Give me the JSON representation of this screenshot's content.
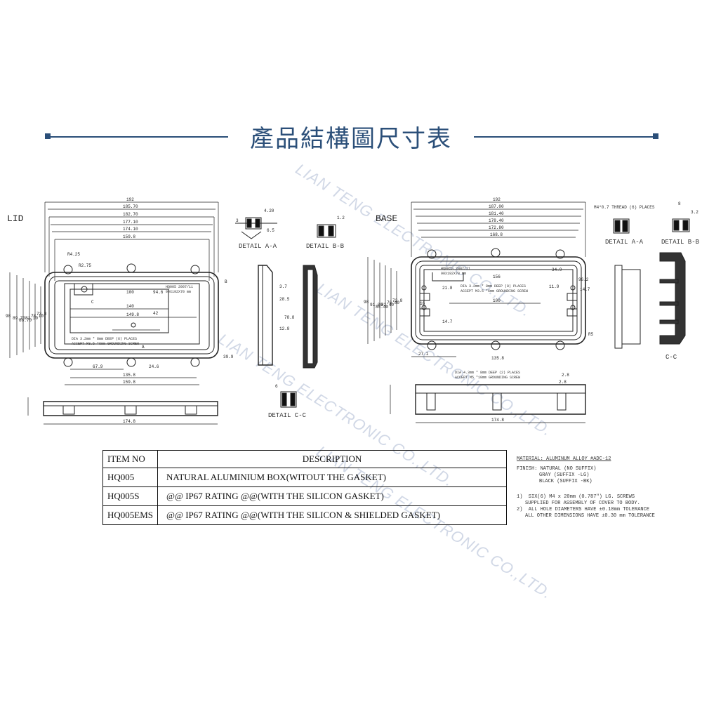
{
  "banner": {
    "title": "產品結構圖尺寸表"
  },
  "views": {
    "lid_label": "LID",
    "base_label": "BASE",
    "detail_aa": "DETAIL A-A",
    "detail_bb": "DETAIL B-B",
    "detail_cc": "DETAIL C-C",
    "cc_short": "C-C",
    "thread_note": "M4*0.7 THREAD (6) PLACES"
  },
  "lid_notes": {
    "hole_note_1": "DIA 3.2mm * 8mm DEEP (6) PLACES",
    "hole_note_2": "ACCEPT M3.5 *6mm GROUNDING SCREW",
    "part_stamp_1": "HQ005 2007/11",
    "part_stamp_2": "90X192X70 mm"
  },
  "base_notes": {
    "hole_note_1": "DIA 3.2mm * 8mm DEEP (8) PLACES",
    "hole_note_2": "ACCEPT M3.5 *6mm GROUNDING SCREW",
    "ground_note_1": "DIA 4.3mm * 8mm DEEP (2) PLACES",
    "ground_note_2": "ACCEPT M5 *10mm GROUNDING SCREW",
    "part_stamp_1": "HQ005S 2007/11",
    "part_stamp_2": "90X192X70 mm"
  },
  "dimensions": {
    "lid_top": [
      "192",
      "185.70",
      "182.70",
      "177.10",
      "174.10",
      "159.8"
    ],
    "lid_inner": [
      "100",
      "140",
      "149.8",
      "42",
      "94.6"
    ],
    "lid_bottom": [
      "67.9",
      "24.6",
      "135.8",
      "159.8",
      "174.8"
    ],
    "lid_left": [
      "98",
      "89.70",
      "86.70",
      "81.10",
      "78.10",
      "73.8"
    ],
    "lid_misc": [
      "R4.25",
      "R2.75",
      "B",
      "A",
      "C",
      "4.20",
      "3",
      "1.2",
      "6.5",
      "3.7",
      "28.5",
      "12.8",
      "78.8",
      "39.9",
      "6"
    ],
    "base_top": [
      "192",
      "187.00",
      "181.40",
      "178.40",
      "172.80",
      "168.8",
      "156"
    ],
    "base_inner": [
      "100",
      "96.2",
      "21.8",
      "14.7",
      "16"
    ],
    "base_bottom": [
      "27.1",
      "135.8",
      "174.8"
    ],
    "base_left": [
      "98",
      "91.00",
      "85.40",
      "82.40",
      "76.80",
      "72.8"
    ],
    "base_misc": [
      "2.8",
      "2.8",
      "8",
      "3.2",
      "34.9",
      "11.9",
      "14.7",
      "R5"
    ]
  },
  "table": {
    "headers": {
      "item_no": "ITEM NO",
      "description": "DESCRIPTION"
    },
    "rows": [
      {
        "item": "HQ005",
        "desc": "NATURAL ALUMINIUM BOX(WITOUT THE GASKET)"
      },
      {
        "item": "HQ005S",
        "desc": "@@ IP67 RATING @@(WITH THE SILICON GASKET)"
      },
      {
        "item": "HQ005EMS",
        "desc": "@@ IP67 RATING @@(WITH THE  SILICON & SHIELDED GASKET)"
      }
    ]
  },
  "notes": {
    "material": "MATERIAL: ALUMINUM ALLOY #ADC-12",
    "finish_label": "FINISH: NATURAL (NO SUFFIX)",
    "finish_gray": "GRAY (SUFFIX -LG)",
    "finish_black": "BLACK (SUFFIX -BK)",
    "note1_a": "1)  SIX(6) M4 x 20mm (0.787\") LG. SCREWS",
    "note1_b": "SUPPLIED FOR ASSEMBLY OF COVER TO BODY.",
    "note2_a": "2)  ALL HOLE DIAMETERS HAVE ±0.10mm TOLERANCE",
    "note2_b": "ALL OTHER DIMENSIONS HAVE ±0.30 mm TOLERANCE"
  },
  "watermark": {
    "text": "LIAN TENG ELECTRONIC CO.,LTD."
  },
  "colors": {
    "banner": "#2b4f79",
    "line": "#222222",
    "watermark": "#9aa9c8"
  }
}
